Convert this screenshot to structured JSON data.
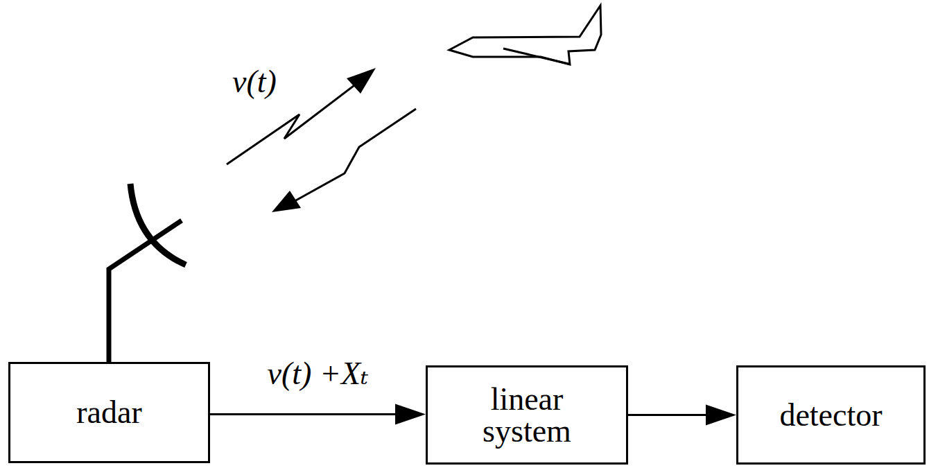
{
  "diagram": {
    "nodes": [
      {
        "text": [
          "radar"
        ]
      },
      {
        "text": [
          "linear system"
        ]
      },
      {
        "text": [
          "detector"
        ]
      }
    ],
    "edges": [
      {
        "from": 0,
        "to": 1,
        "arrow": "to",
        "label": "v(t) +Xₜ"
      },
      {
        "from": 1,
        "to": 2,
        "arrow": "to"
      }
    ],
    "labels": [
      "v(t)"
    ]
  }
}
